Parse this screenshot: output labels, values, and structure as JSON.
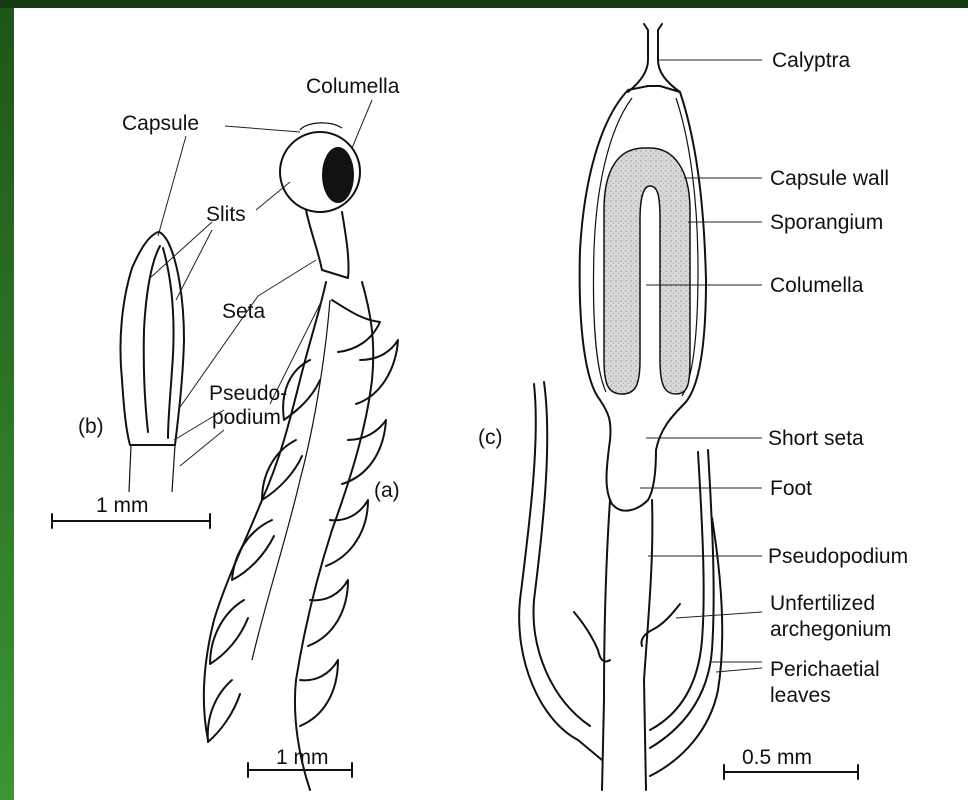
{
  "diagram": {
    "panel_labels": {
      "a": "(a)",
      "b": "(b)",
      "c": "(c)"
    },
    "panel_ab_labels": {
      "columella": "Columella",
      "capsule": "Capsule",
      "slits": "Slits",
      "seta": "Seta",
      "pseudopodium_line1": "Pseudo-",
      "pseudopodium_line2": "podium"
    },
    "panel_c_labels": {
      "calyptra": "Calyptra",
      "capsule_wall": "Capsule wall",
      "sporangium": "Sporangium",
      "columella": "Columella",
      "short_seta": "Short seta",
      "foot": "Foot",
      "pseudopodium": "Pseudopodium",
      "unfertilized_line1": "Unfertilized",
      "unfertilized_line2": "archegonium",
      "perichaetial_line1": "Perichaetial",
      "perichaetial_line2": "leaves"
    },
    "scale_bars": {
      "b": "1 mm",
      "a": "1 mm",
      "c": "0.5 mm"
    }
  }
}
